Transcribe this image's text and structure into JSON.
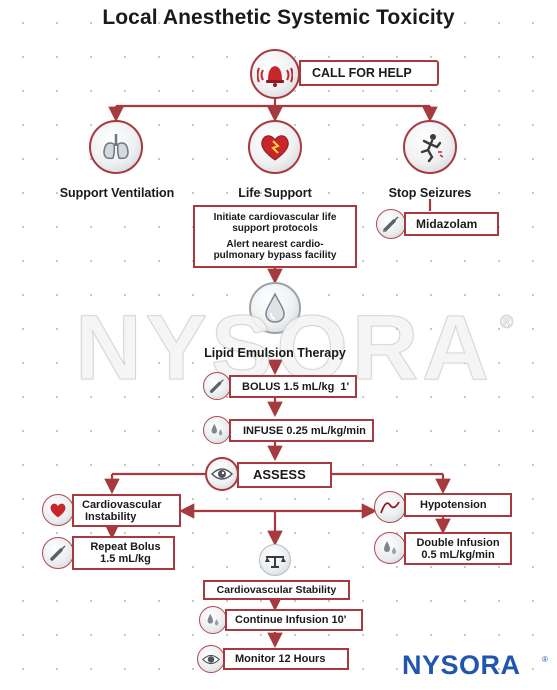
{
  "title": "Local Anesthetic Systemic Toxicity",
  "call_for_help": "CALL FOR HELP",
  "branches": {
    "support_ventilation": "Support Ventilation",
    "life_support": "Life Support",
    "stop_seizures": "Stop Seizures"
  },
  "life_support_box": {
    "line1": "Initiate cardiovascular life",
    "line2": "support protocols",
    "line3": "Alert nearest cardio-",
    "line4": "pulmonary bypass facility"
  },
  "midazolam": "Midazolam",
  "lipid_emulsion": "Lipid Emulsion Therapy",
  "bolus": "BOLUS 1.5 mL/kg  1'",
  "infuse": "INFUSE 0.25 mL/kg/min",
  "assess": "ASSESS",
  "cardio_instability": {
    "line1": "Cardiovascular",
    "line2": "Instability"
  },
  "hypotension": "Hypotension",
  "repeat_bolus": {
    "line1": "Repeat Bolus",
    "line2": "1.5 mL/kg"
  },
  "double_infusion": {
    "line1": "Double Infusion",
    "line2": "0.5 mL/kg/min"
  },
  "cardio_stability": "Cardiovascular Stability",
  "continue_infusion": "Continue Infusion 10'",
  "monitor": "Monitor 12 Hours",
  "watermark": "NYSORA",
  "watermark_reg": "®",
  "logo": "NYSORA",
  "logo_reg": "®",
  "colors": {
    "accent_red": "#a63a3f",
    "logo_blue": "#1f57b0",
    "text": "#1a1a1a"
  },
  "icons": {
    "call_for_help": "alarm-bell-icon",
    "support_ventilation": "lungs-icon",
    "life_support": "heart-icon",
    "stop_seizures": "seizure-figure-icon",
    "midazolam": "syringe-icon",
    "lipid_emulsion": "droplet-icon",
    "bolus": "syringe-icon",
    "infuse": "drip-icon",
    "assess": "eye-icon",
    "cardio_instability": "heart-icon",
    "hypotension": "curve-icon",
    "repeat_bolus": "syringe-icon",
    "double_infusion": "drip-icon",
    "cardio_stability": "balance-scale-icon",
    "continue_infusion": "drip-icon",
    "monitor": "eye-icon"
  }
}
